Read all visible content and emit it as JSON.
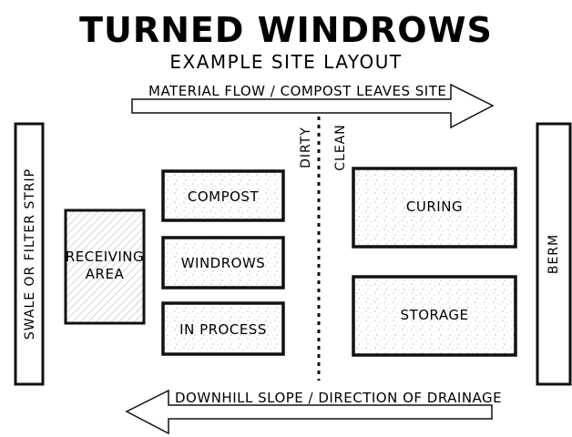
{
  "title": "TURNED WINDROWS",
  "subtitle": "EXAMPLE SITE LAYOUT",
  "top_arrow_label": "MATERIAL FLOW / COMPOST LEAVES SITE",
  "bottom_arrow_label": "DOWNHILL SLOPE / DIRECTION OF DRAINAGE",
  "divider": {
    "left_label": "DIRTY",
    "right_label": "CLEAN"
  },
  "left_bar_label": "SWALE OR FILTER STRIP",
  "right_bar_label": "BERM",
  "receiving_area": {
    "line1": "RECEIVING",
    "line2": "AREA"
  },
  "dirty_boxes": [
    "COMPOST",
    "WINDROWS",
    "IN PROCESS"
  ],
  "clean_boxes": [
    "CURING",
    "STORAGE"
  ]
}
